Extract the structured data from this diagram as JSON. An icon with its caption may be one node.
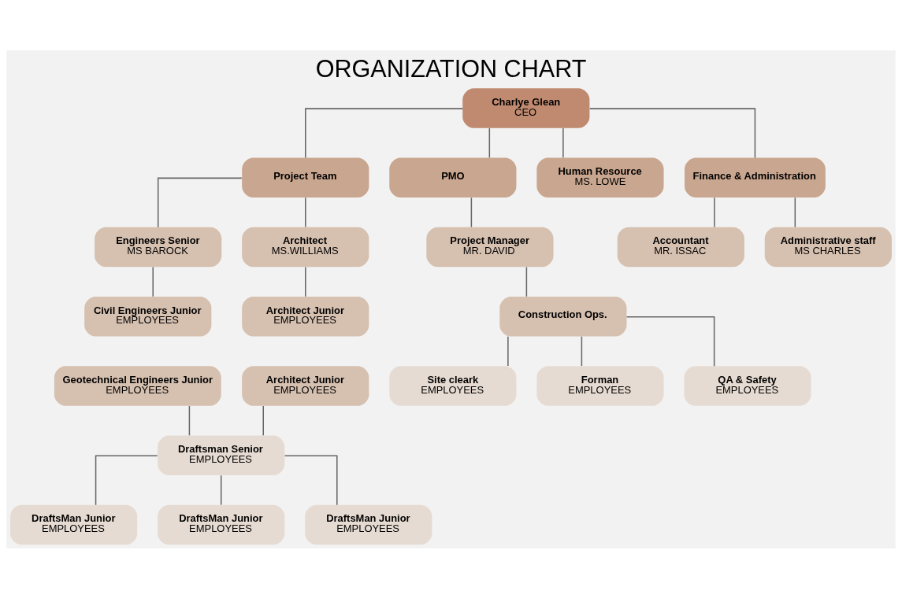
{
  "diagram": {
    "title": "ORGANIZATION CHART",
    "nodes": [
      {
        "text": [
          "Charlye Glean",
          "CEO"
        ]
      },
      {
        "text": [
          "Project Team"
        ]
      },
      {
        "text": [
          "PMO"
        ]
      },
      {
        "text": [
          "Human Resource",
          "MS. LOWE"
        ]
      },
      {
        "text": [
          "Finance & Administration"
        ]
      },
      {
        "text": [
          "Engineers Senior",
          "MS BAROCK"
        ]
      },
      {
        "text": [
          "Architect",
          "MS.WILLIAMS"
        ]
      },
      {
        "text": [
          "Project Manager",
          "MR. DAVID"
        ]
      },
      {
        "text": [
          "Construction Ops."
        ]
      },
      {
        "text": [
          "Accountant",
          "MR. ISSAC"
        ]
      },
      {
        "text": [
          "Administrative staff",
          "MS CHARLES"
        ]
      },
      {
        "text": [
          "Civil Engineers Junior",
          "EMPLOYEES"
        ]
      },
      {
        "text": [
          "Architect Junior",
          "EMPLOYEES"
        ]
      },
      {
        "text": [
          "Site cleark",
          "EMPLOYEES"
        ]
      },
      {
        "text": [
          "Forman",
          "EMPLOYEES"
        ]
      },
      {
        "text": [
          "QA & Safety",
          "EMPLOYEES"
        ]
      },
      {
        "text": [
          "Geotechnical Engineers Junior",
          "EMPLOYEES"
        ]
      },
      {
        "text": [
          "Architect Junior",
          "EMPLOYEES"
        ]
      },
      {
        "text": [
          "Draftsman Senior",
          "EMPLOYEES"
        ]
      },
      {
        "text": [
          "DraftsMan Junior",
          "EMPLOYEES"
        ]
      },
      {
        "text": [
          "DraftsMan Junior",
          "EMPLOYEES"
        ]
      },
      {
        "text": [
          "DraftsMan Junior",
          "EMPLOYEES"
        ]
      }
    ],
    "edges": [
      {
        "from": 0,
        "to": 1,
        "arrow": "none"
      },
      {
        "from": 0,
        "to": 2,
        "arrow": "none"
      },
      {
        "from": 0,
        "to": 3,
        "arrow": "none"
      },
      {
        "from": 0,
        "to": 4,
        "arrow": "none"
      },
      {
        "from": 1,
        "to": 5,
        "arrow": "none"
      },
      {
        "from": 1,
        "to": 6,
        "arrow": "none"
      },
      {
        "from": 2,
        "to": 7,
        "arrow": "none"
      },
      {
        "from": 7,
        "to": 8,
        "arrow": "none"
      },
      {
        "from": 4,
        "to": 9,
        "arrow": "none"
      },
      {
        "from": 4,
        "to": 10,
        "arrow": "none"
      },
      {
        "from": 5,
        "to": 11,
        "arrow": "none"
      },
      {
        "from": 6,
        "to": 12,
        "arrow": "none"
      },
      {
        "from": 8,
        "to": 13,
        "arrow": "none"
      },
      {
        "from": 8,
        "to": 14,
        "arrow": "none"
      },
      {
        "from": 8,
        "to": 15,
        "arrow": "none"
      },
      {
        "from": 16,
        "to": 18,
        "arrow": "none"
      },
      {
        "from": 17,
        "to": 18,
        "arrow": "none"
      },
      {
        "from": 18,
        "to": 19,
        "arrow": "none"
      },
      {
        "from": 18,
        "to": 20,
        "arrow": "none"
      },
      {
        "from": 18,
        "to": 21,
        "arrow": "none"
      }
    ]
  }
}
